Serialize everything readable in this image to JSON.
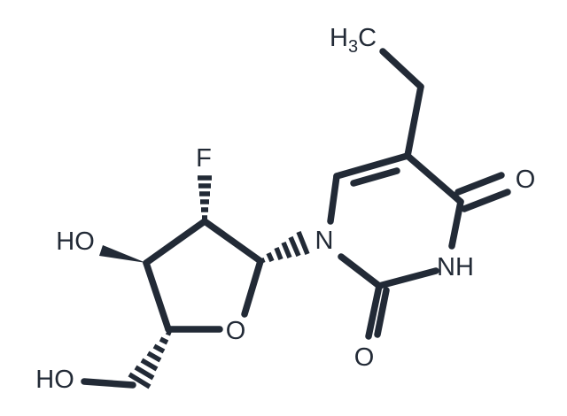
{
  "molecule": {
    "colors": {
      "bond": "#222a36",
      "background": "#ffffff"
    },
    "labels": {
      "methyl_h": "H",
      "methyl_sub": "3",
      "methyl_c": "C",
      "fluorine": "F",
      "carbonyl_o_top": "O",
      "carbonyl_o_bottom": "O",
      "nh": "NH",
      "n1": "N",
      "ring_o": "O",
      "ho_3": "HO",
      "ho_5": "HO"
    }
  }
}
